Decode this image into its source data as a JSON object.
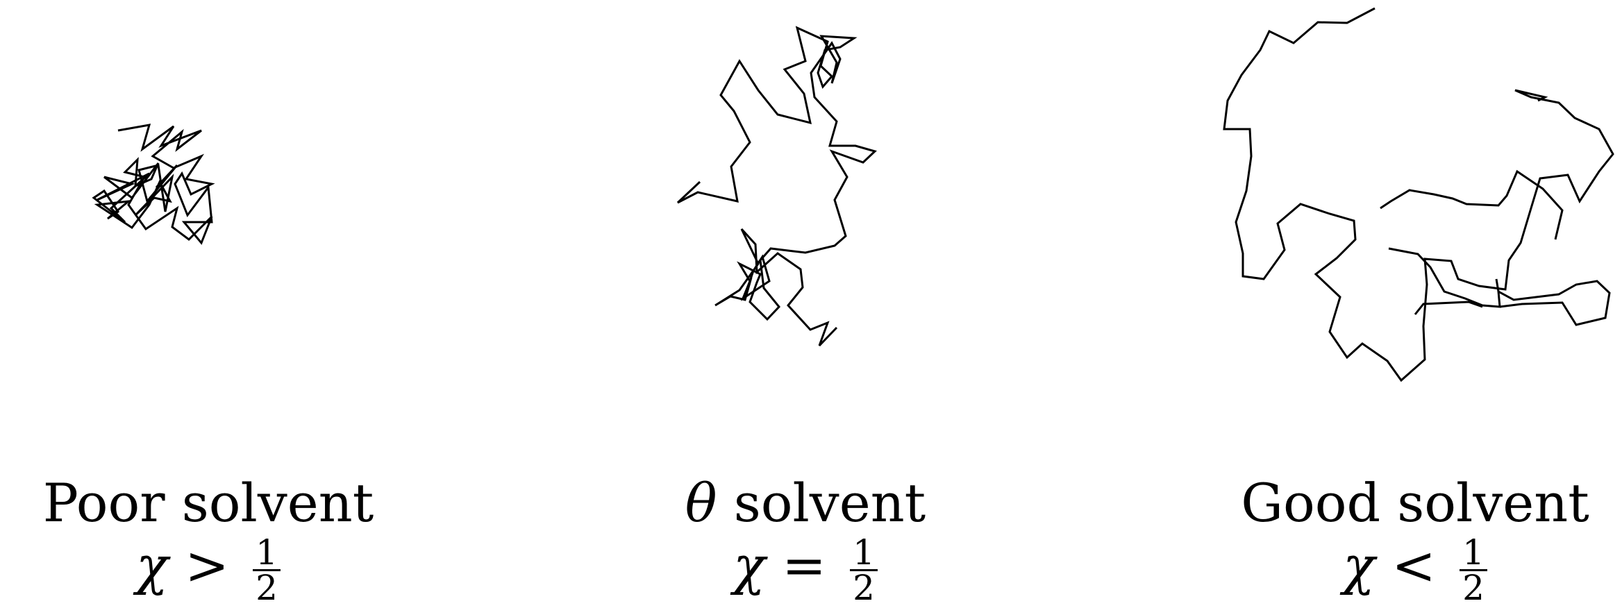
{
  "panels": [
    {
      "id": "poor",
      "title": "Poor solvent",
      "symbol": "χ",
      "relation": ">",
      "numerator": "1",
      "denominator": "2"
    },
    {
      "id": "theta",
      "title_symbol": "θ",
      "title": "solvent",
      "symbol": "χ",
      "relation": "=",
      "numerator": "1",
      "denominator": "2"
    },
    {
      "id": "good",
      "title": "Good solvent",
      "symbol": "χ",
      "relation": "<",
      "numerator": "1",
      "denominator": "2"
    }
  ]
}
